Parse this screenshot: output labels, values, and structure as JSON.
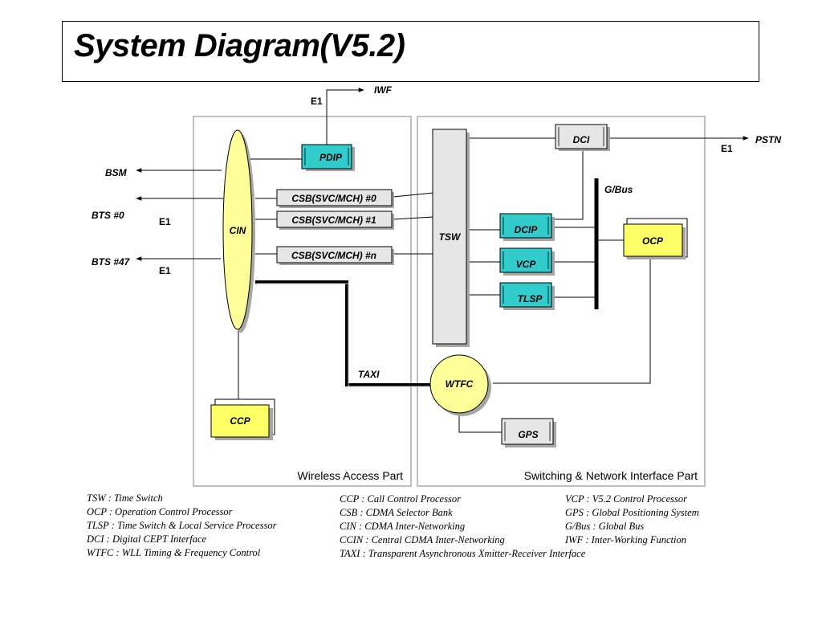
{
  "title": "System Diagram(V5.2)",
  "colors": {
    "cyan": "#33cccc",
    "yellow": "#ffff66",
    "lightYellow": "#ffff99",
    "gray": "#e6e6e6",
    "partBorder": "#bfbfbf"
  },
  "parts": {
    "wireless": "Wireless Access Part",
    "switching": "Switching & Network Interface Part"
  },
  "nodes": {
    "cin": "CIN",
    "pdip": "PDIP",
    "csb0": "CSB(SVC/MCH) #0",
    "csb1": "CSB(SVC/MCH) #1",
    "csbn": "CSB(SVC/MCH) #n",
    "tsw": "TSW",
    "dci": "DCI",
    "dcip": "DCIP",
    "vcp": "VCP",
    "tlsp": "TLSP",
    "ocp": "OCP",
    "ccp": "CCP",
    "wtfc": "WTFC",
    "gps": "GPS"
  },
  "labels": {
    "iwf": "IWF",
    "e1_iwf": "E1",
    "pstn": "PSTN",
    "e1_pstn": "E1",
    "bsm": "BSM",
    "bts0": "BTS #0",
    "bts47": "BTS #47",
    "e1_bts0": "E1",
    "e1_bts47": "E1",
    "gbus": "G/Bus",
    "taxi": "TAXI"
  },
  "legend": {
    "col1": [
      "TSW : Time Switch",
      "OCP : Operation Control Processor",
      "TLSP : Time Switch & Local Service Processor",
      "DCI : Digital CEPT Interface",
      "WTFC : WLL Timing & Frequency Control"
    ],
    "col2": [
      "CCP : Call Control Processor",
      "CSB : CDMA Selector Bank",
      "CIN : CDMA Inter-Networking",
      "CCIN : Central CDMA Inter-Networking",
      "TAXI : Transparent Asynchronous Xmitter-Receiver Interface"
    ],
    "col3": [
      "VCP : V5.2 Control Processor",
      "GPS : Global Positioning System",
      "G/Bus : Global Bus",
      "IWF : Inter-Working Function"
    ]
  }
}
